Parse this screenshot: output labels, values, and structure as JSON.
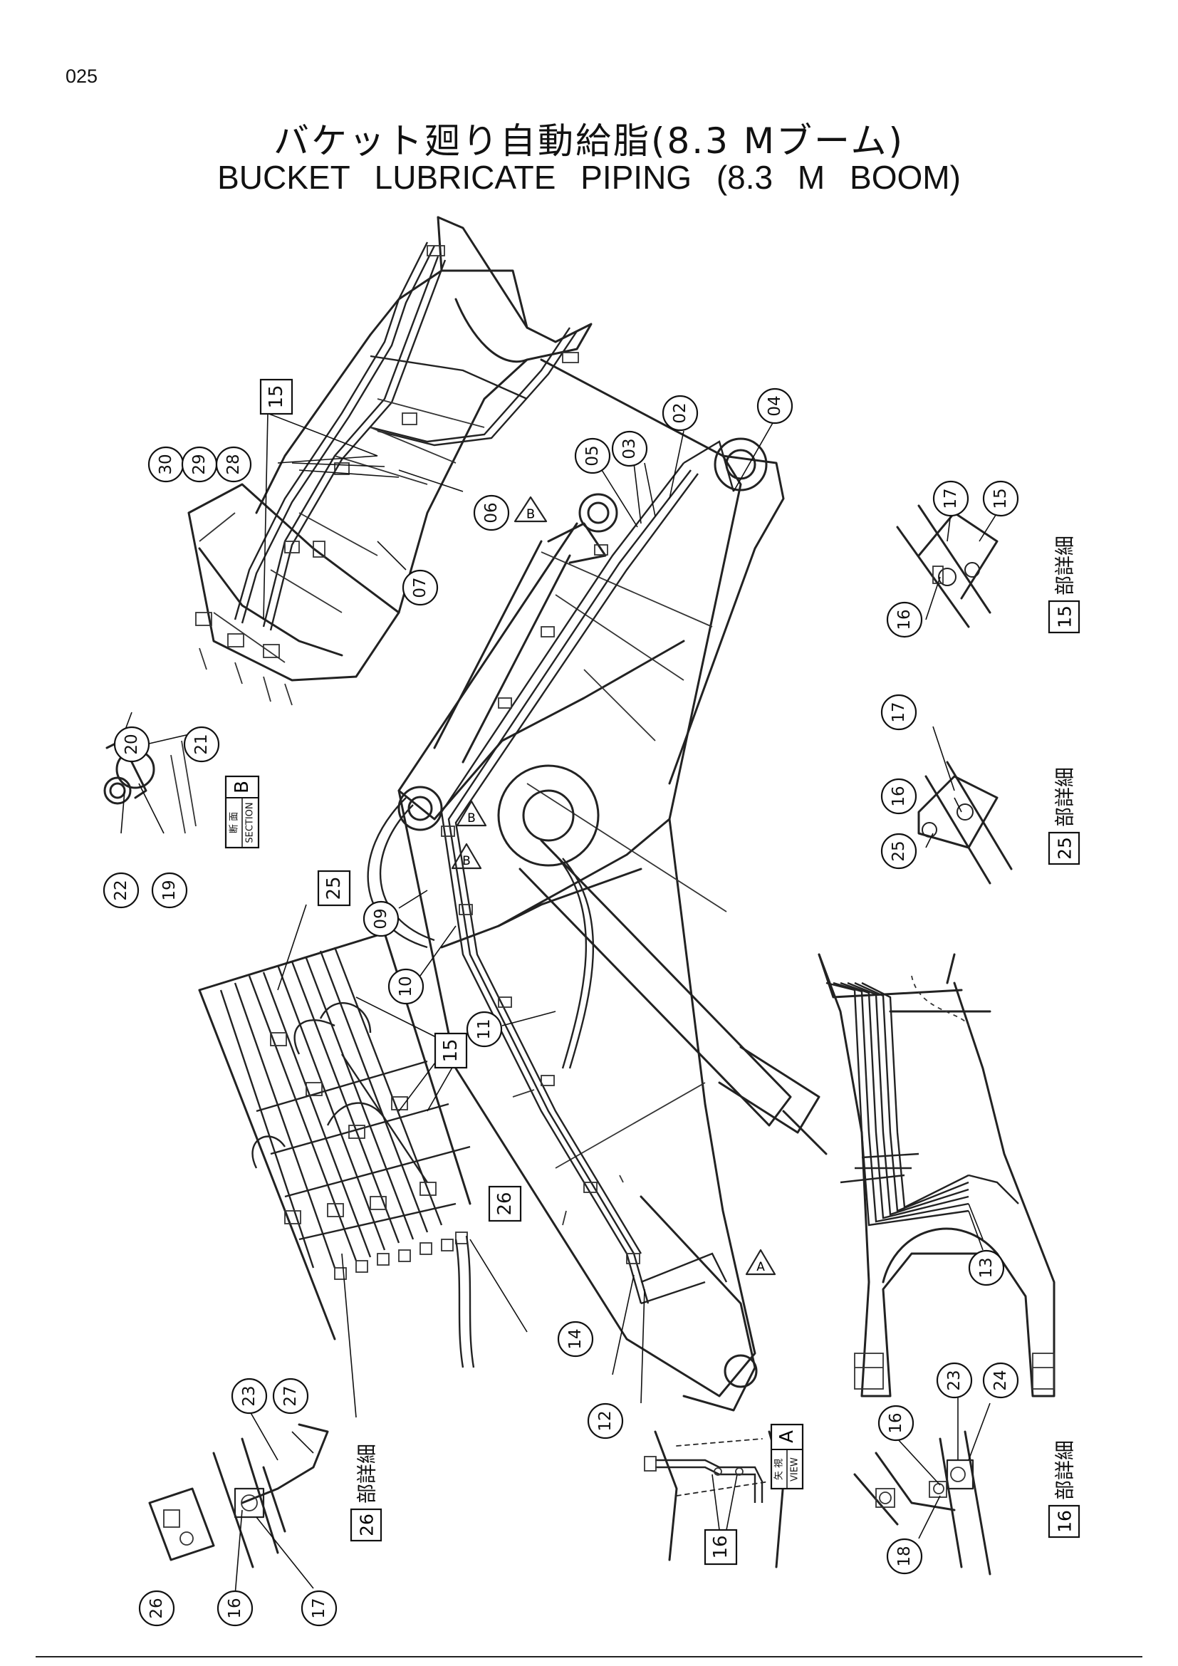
{
  "header": {
    "page_number": "025",
    "title_jp": "バケット廻り自動給脂(8.3 Mブーム)",
    "title_en": "BUCKET  LUBRICATE  PIPING (8.3 M  BOOM)"
  },
  "callouts": [
    {
      "id": "c01",
      "label": "30"
    },
    {
      "id": "c02",
      "label": "29"
    },
    {
      "id": "c03",
      "label": "28"
    },
    {
      "id": "c04",
      "label": "06"
    },
    {
      "id": "c05",
      "label": "07"
    },
    {
      "id": "c06",
      "label": "05"
    },
    {
      "id": "c07",
      "label": "03"
    },
    {
      "id": "c08",
      "label": "02"
    },
    {
      "id": "c09",
      "label": "04"
    },
    {
      "id": "c10",
      "label": "17"
    },
    {
      "id": "c11",
      "label": "15"
    },
    {
      "id": "c12",
      "label": "16"
    },
    {
      "id": "c13",
      "label": "20"
    },
    {
      "id": "c14",
      "label": "21"
    },
    {
      "id": "c15",
      "label": "22"
    },
    {
      "id": "c16",
      "label": "19"
    },
    {
      "id": "c17",
      "label": "17"
    },
    {
      "id": "c18",
      "label": "16"
    },
    {
      "id": "c19",
      "label": "25"
    },
    {
      "id": "c20",
      "label": "09"
    },
    {
      "id": "c21",
      "label": "10"
    },
    {
      "id": "c22",
      "label": "11"
    },
    {
      "id": "c23",
      "label": "13"
    },
    {
      "id": "c24",
      "label": "14"
    },
    {
      "id": "c25",
      "label": "12"
    },
    {
      "id": "c26",
      "label": "23"
    },
    {
      "id": "c27",
      "label": "27"
    },
    {
      "id": "c28",
      "label": "26"
    },
    {
      "id": "c29",
      "label": "16"
    },
    {
      "id": "c30",
      "label": "17"
    },
    {
      "id": "c31",
      "label": "16"
    },
    {
      "id": "c32",
      "label": "23"
    },
    {
      "id": "c33",
      "label": "24"
    },
    {
      "id": "c34",
      "label": "18"
    }
  ],
  "boxes": [
    {
      "id": "b01",
      "label": "15"
    },
    {
      "id": "b02",
      "label": "25"
    },
    {
      "id": "b03",
      "label": "15"
    },
    {
      "id": "b04",
      "label": "26"
    },
    {
      "id": "b05",
      "label": "16"
    }
  ],
  "detail_labels": [
    {
      "id": "d15",
      "box": "15",
      "text": "部詳細"
    },
    {
      "id": "d25",
      "box": "25",
      "text": "部詳細"
    },
    {
      "id": "d26",
      "box": "26",
      "text": "部詳細"
    },
    {
      "id": "d16",
      "box": "16",
      "text": "部詳細"
    }
  ],
  "section_tag": {
    "jp": "断 面",
    "en": "SECTION",
    "letter": "B"
  },
  "view_tag": {
    "jp": "矢 視",
    "en": "VIEW",
    "letter": "A"
  },
  "arrow_markers": [
    {
      "id": "a1",
      "letter": "B"
    },
    {
      "id": "a2",
      "letter": "B"
    },
    {
      "id": "a3",
      "letter": "B"
    },
    {
      "id": "a4",
      "letter": "A"
    }
  ]
}
